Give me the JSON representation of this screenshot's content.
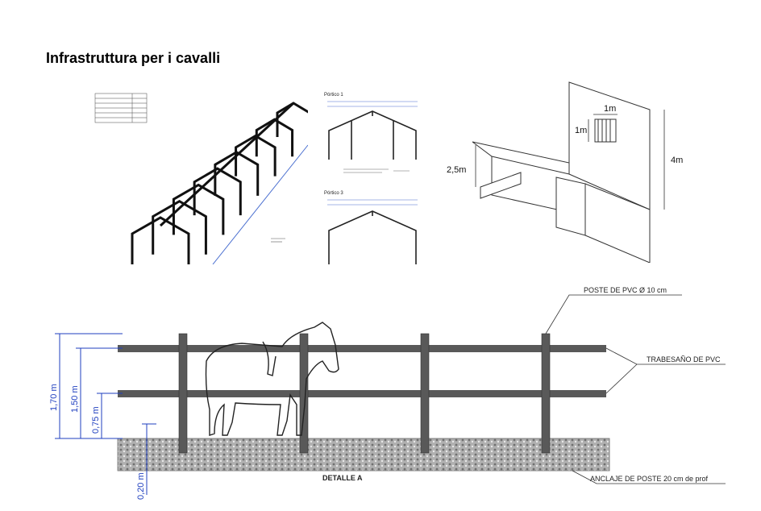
{
  "title": "Infrastruttura per i cavalli",
  "portico_drawing": {
    "frame_label_1": "Pórtico 1",
    "frame_label_3": "Pórtico 3"
  },
  "stall_drawing": {
    "window_width": "1m",
    "window_height": "1m",
    "wall_height": "4m",
    "door_height": "2,5m"
  },
  "fence_drawing": {
    "post_label": "POSTE DE PVC Ø 10 cm",
    "rail_label": "TRABESAÑO DE PVC",
    "anchor_label": "ANCLAJE DE POSTE 20 cm de prof",
    "detail_label": "DETALLE A",
    "height_170": "1,70 m",
    "height_150": "1,50 m",
    "height_075": "0,75 m",
    "depth_020": "0,20 m"
  },
  "colors": {
    "steel": "#1a1a1a",
    "rail": "#595959",
    "dimension": "#1f3fbf",
    "ground": "#9a9a9a"
  }
}
